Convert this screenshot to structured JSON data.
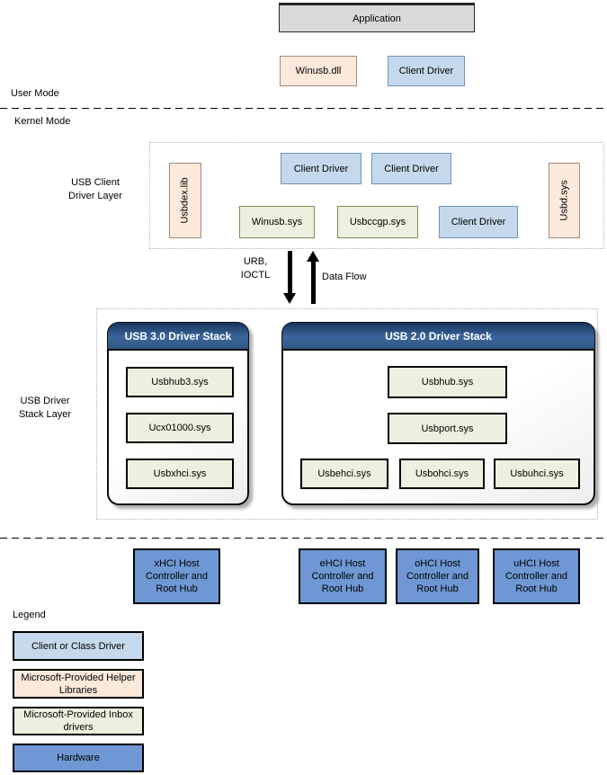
{
  "colors": {
    "gray-fill": "#d9d9d9",
    "peach-fill": "#fbe9dc",
    "blue-fill": "#c6d9ec",
    "green-fill": "#ebf1de",
    "hardware-blue": "#6e97d4",
    "header-blue-dark": "#17365d",
    "header-blue-mid": "#2f567f",
    "dotted-border": "#b3b3b3"
  },
  "modes": {
    "user": "User Mode",
    "kernel": "Kernel Mode"
  },
  "top": {
    "application": "Application",
    "winusb_dll": "Winusb.dll",
    "client_driver": "Client Driver"
  },
  "client_layer": {
    "label": "USB Client\nDriver Layer",
    "usbdex_lib": "Usbdex.lib",
    "usbd_sys": "Usbd.sys",
    "client_driver_top_left": "Client Driver",
    "client_driver_top_right": "Client Driver",
    "winusb_sys": "Winusb.sys",
    "usbccgp_sys": "Usbccgp.sys",
    "client_driver_bottom": "Client Driver"
  },
  "arrows": {
    "urb_ioctl": "URB,\nIOCTL",
    "data_flow": "Data Flow"
  },
  "stack_layer": {
    "label": "USB Driver\nStack Layer",
    "usb3": {
      "title": "USB 3.0 Driver Stack",
      "items": [
        "Usbhub3.sys",
        "Ucx01000.sys",
        "Usbxhci.sys"
      ]
    },
    "usb2": {
      "title": "USB 2.0 Driver Stack",
      "hub": "Usbhub.sys",
      "port": "Usbport.sys",
      "controllers": [
        "Usbehci.sys",
        "Usbohci.sys",
        "Usbuhci.sys"
      ]
    }
  },
  "hardware": {
    "xhci": "xHCI Host Controller and Root Hub",
    "ehci": "eHCI Host Controller and Root Hub",
    "ohci": "oHCI Host Controller and Root Hub",
    "uhci": "uHCI Host Controller and Root Hub"
  },
  "legend": {
    "title": "Legend",
    "items": [
      {
        "label": "Client or Class Driver",
        "type": "client-or-class-driver"
      },
      {
        "label": "Microsoft-Provided Helper Libraries",
        "type": "helper-libraries"
      },
      {
        "label": "Microsoft-Provided Inbox drivers",
        "type": "inbox-drivers"
      },
      {
        "label": "Hardware",
        "type": "hardware"
      }
    ]
  }
}
